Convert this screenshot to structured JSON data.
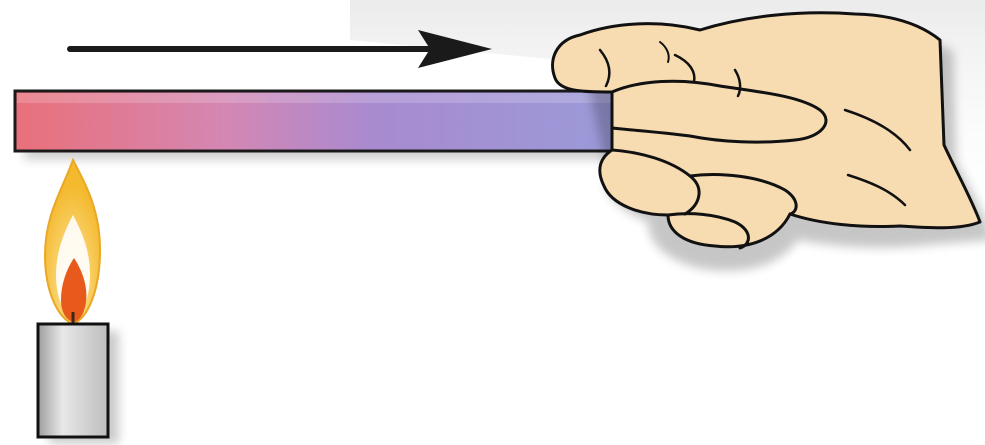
{
  "diagram": {
    "elements": [
      "direction-arrow",
      "metal-rod",
      "hand",
      "candle-flame",
      "candle"
    ],
    "colors": {
      "rod_hot_end": "#e9707a",
      "rod_mid": "#b486c0",
      "rod_cool_end": "#9a9ad8",
      "rod_outline": "#1a1a1a",
      "hand_skin": "#f7dcb2",
      "hand_outline": "#111111",
      "flame_outer": "#f6c64a",
      "flame_inner": "#e85a1c",
      "flame_core": "#ffffff",
      "candle_body": "#d8d8d8",
      "arrow": "#1a1a1a",
      "background_shade": "#e9e9e9"
    }
  }
}
